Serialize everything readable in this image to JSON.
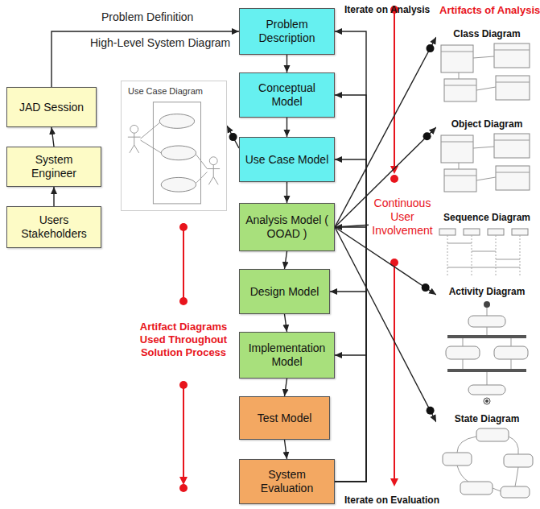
{
  "diagram": {
    "nodes": [
      {
        "text": [
          "JAD Session"
        ]
      },
      {
        "text": [
          "System Engineer"
        ]
      },
      {
        "text": [
          "Users Stakeholders"
        ]
      },
      {
        "text": [
          "Problem Description"
        ]
      },
      {
        "text": [
          "Conceptual Model"
        ]
      },
      {
        "text": [
          "Use Case Model"
        ]
      },
      {
        "text": [
          "Analysis Model ( OOAD )"
        ]
      },
      {
        "text": [
          "Design Model"
        ]
      },
      {
        "text": [
          "Implementation Model"
        ]
      },
      {
        "text": [
          "Test Model"
        ]
      },
      {
        "text": [
          "System Evaluation"
        ]
      },
      {
        "text": [
          "Use Case Diagram"
        ]
      },
      {
        "text": [
          "Class Diagram"
        ]
      },
      {
        "text": [
          "Object Diagram"
        ]
      },
      {
        "text": [
          "Sequence Diagram"
        ]
      },
      {
        "text": [
          "Activity Diagram"
        ]
      },
      {
        "text": [
          "State Diagram"
        ]
      }
    ],
    "edges": [
      {
        "from": 0,
        "to": 3,
        "arrow": "to"
      },
      {
        "from": 1,
        "to": 0,
        "arrow": "to"
      },
      {
        "from": 2,
        "to": 1,
        "arrow": "to"
      },
      {
        "from": 3,
        "to": 4,
        "arrow": "to"
      },
      {
        "from": 4,
        "to": 5,
        "arrow": "to"
      },
      {
        "from": 5,
        "to": 6,
        "arrow": "to"
      },
      {
        "from": 6,
        "to": 7,
        "arrow": "to"
      },
      {
        "from": 7,
        "to": 8,
        "arrow": "to"
      },
      {
        "from": 8,
        "to": 9,
        "arrow": "to"
      },
      {
        "from": 9,
        "to": 10,
        "arrow": "to"
      },
      {
        "from": 10,
        "to": 3,
        "arrow": "to"
      },
      {
        "from": 10,
        "to": 4,
        "arrow": "to"
      },
      {
        "from": 10,
        "to": 5,
        "arrow": "to"
      },
      {
        "from": 10,
        "to": 6,
        "arrow": "to"
      },
      {
        "from": 10,
        "to": 7,
        "arrow": "to"
      },
      {
        "from": 10,
        "to": 8,
        "arrow": "to"
      },
      {
        "from": 5,
        "to": 11,
        "arrow": "to"
      },
      {
        "from": 6,
        "to": 12,
        "arrow": "to"
      },
      {
        "from": 6,
        "to": 13,
        "arrow": "to"
      },
      {
        "from": 6,
        "to": 14,
        "arrow": "to"
      },
      {
        "from": 6,
        "to": 15,
        "arrow": "to"
      },
      {
        "from": 6,
        "to": 16,
        "arrow": "to"
      }
    ],
    "labels": [
      "Problem Definition",
      "High-Level System Diagram",
      "Iterate on Analysis",
      "Artifacts of Analysis",
      "Continuous User Involvement",
      "Artifact Diagrams Used Throughout Solution Process",
      "Iterate on Evaluation"
    ]
  }
}
